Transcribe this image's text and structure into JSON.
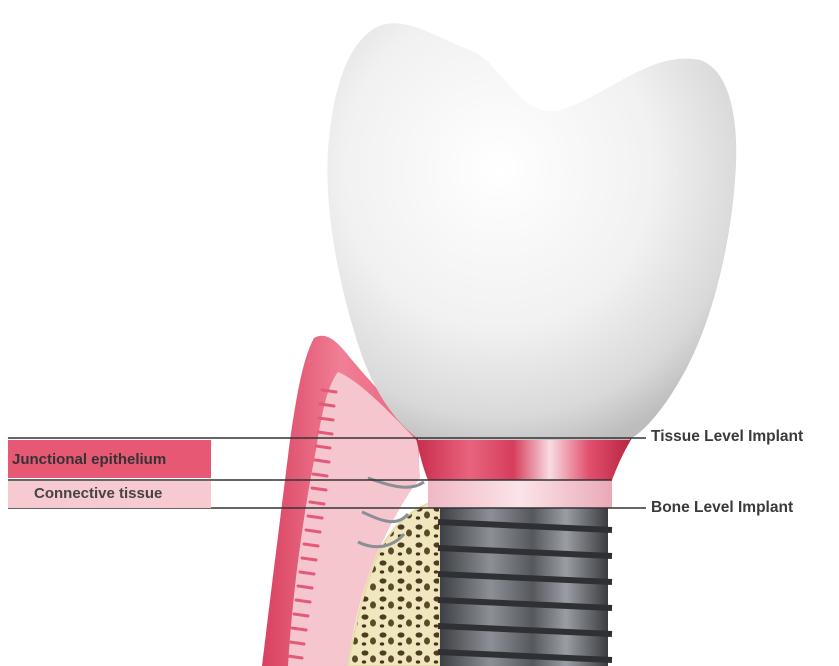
{
  "labels": {
    "tissue_level_implant": "Tissue Level Implant",
    "bone_level_implant": "Bone Level Implant",
    "junctional_epithelium": "Junctional epithelium",
    "connective_tissue": "Connective tissue"
  },
  "colors": {
    "junctional_epithelium": "#e65874",
    "connective_tissue": "#f7c9d1",
    "gingiva": "#e85a78",
    "bone": "#f1e7be",
    "implant_threads": "#5b5e63",
    "crown": "#f2f2f2",
    "label_text": "#3a3a3a"
  }
}
